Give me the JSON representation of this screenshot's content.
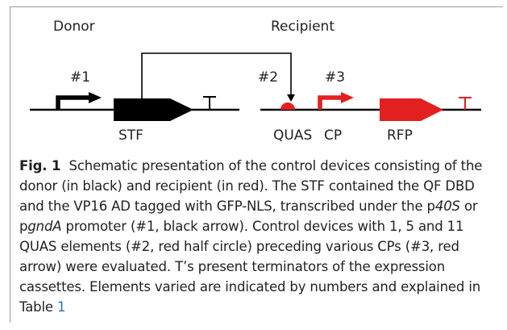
{
  "diagram": {
    "donor_label": "Donor",
    "recipient_label": "Recipient",
    "marker_1": "#1",
    "marker_2": "#2",
    "marker_3": "#3",
    "stf_label": "STF",
    "quas_label": "QUAS",
    "cp_label": "CP",
    "rfp_label": "RFP",
    "colors": {
      "donor": "#000000",
      "recipient": "#e32020"
    }
  },
  "caption": {
    "figure_label": "Fig. 1",
    "part1": "Schematic presentation of the control devices consisting of the donor (in black) and recipient (in red). The STF contained the QF DBD and the VP16 AD tagged with GFP-NLS, transcribed under the p",
    "italic1": "40S",
    "part2": " or p",
    "italic2": "gndA",
    "part3": " promoter (#1, black arrow). Control devices with 1, 5 and 11 QUAS elements (#2, red half circle) preceding various CPs (#3, red arrow) were evaluated. T’s present terminators of the expression cassettes. Elements varied are indicated by numbers and explained in Table ",
    "table_link": "1"
  }
}
